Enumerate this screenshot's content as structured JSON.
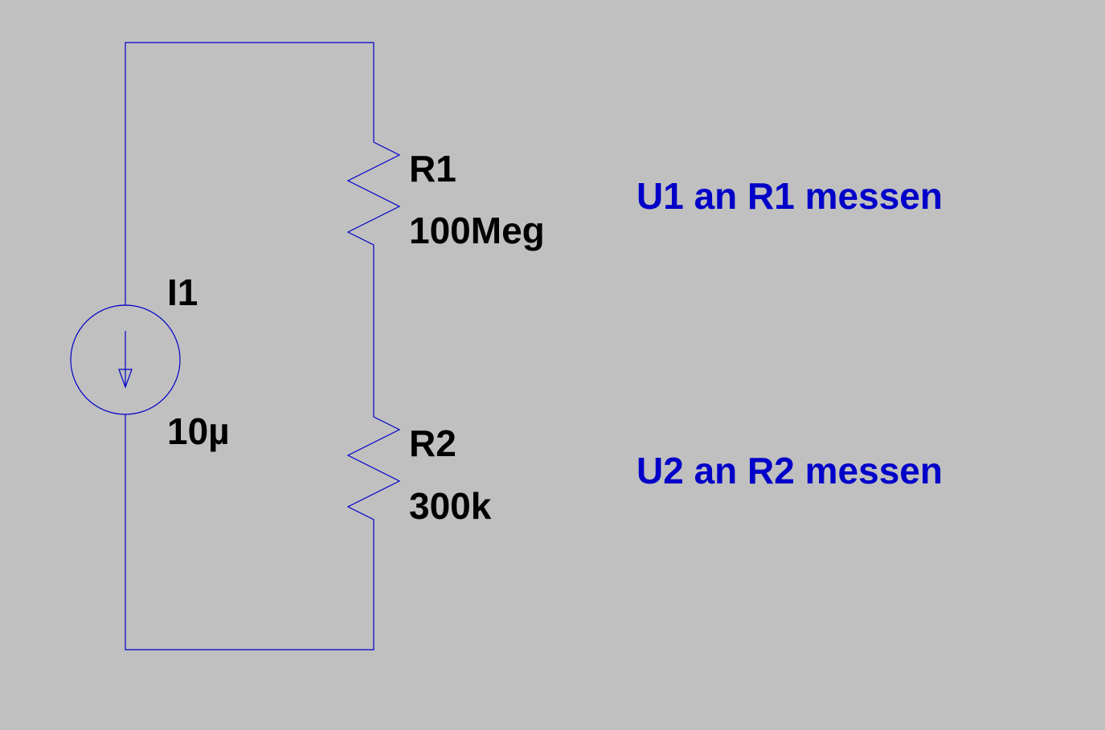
{
  "schematic": {
    "current_source": {
      "name": "I1",
      "value": "10µ"
    },
    "resistors": [
      {
        "name": "R1",
        "value": "100Meg"
      },
      {
        "name": "R2",
        "value": "300k"
      }
    ],
    "comments": [
      "U1 an R1 messen",
      "U2 an R2 messen"
    ]
  },
  "colors": {
    "background": "#c0c0c0",
    "wire": "#0000c8",
    "label": "#000000",
    "comment": "#0000c8"
  }
}
